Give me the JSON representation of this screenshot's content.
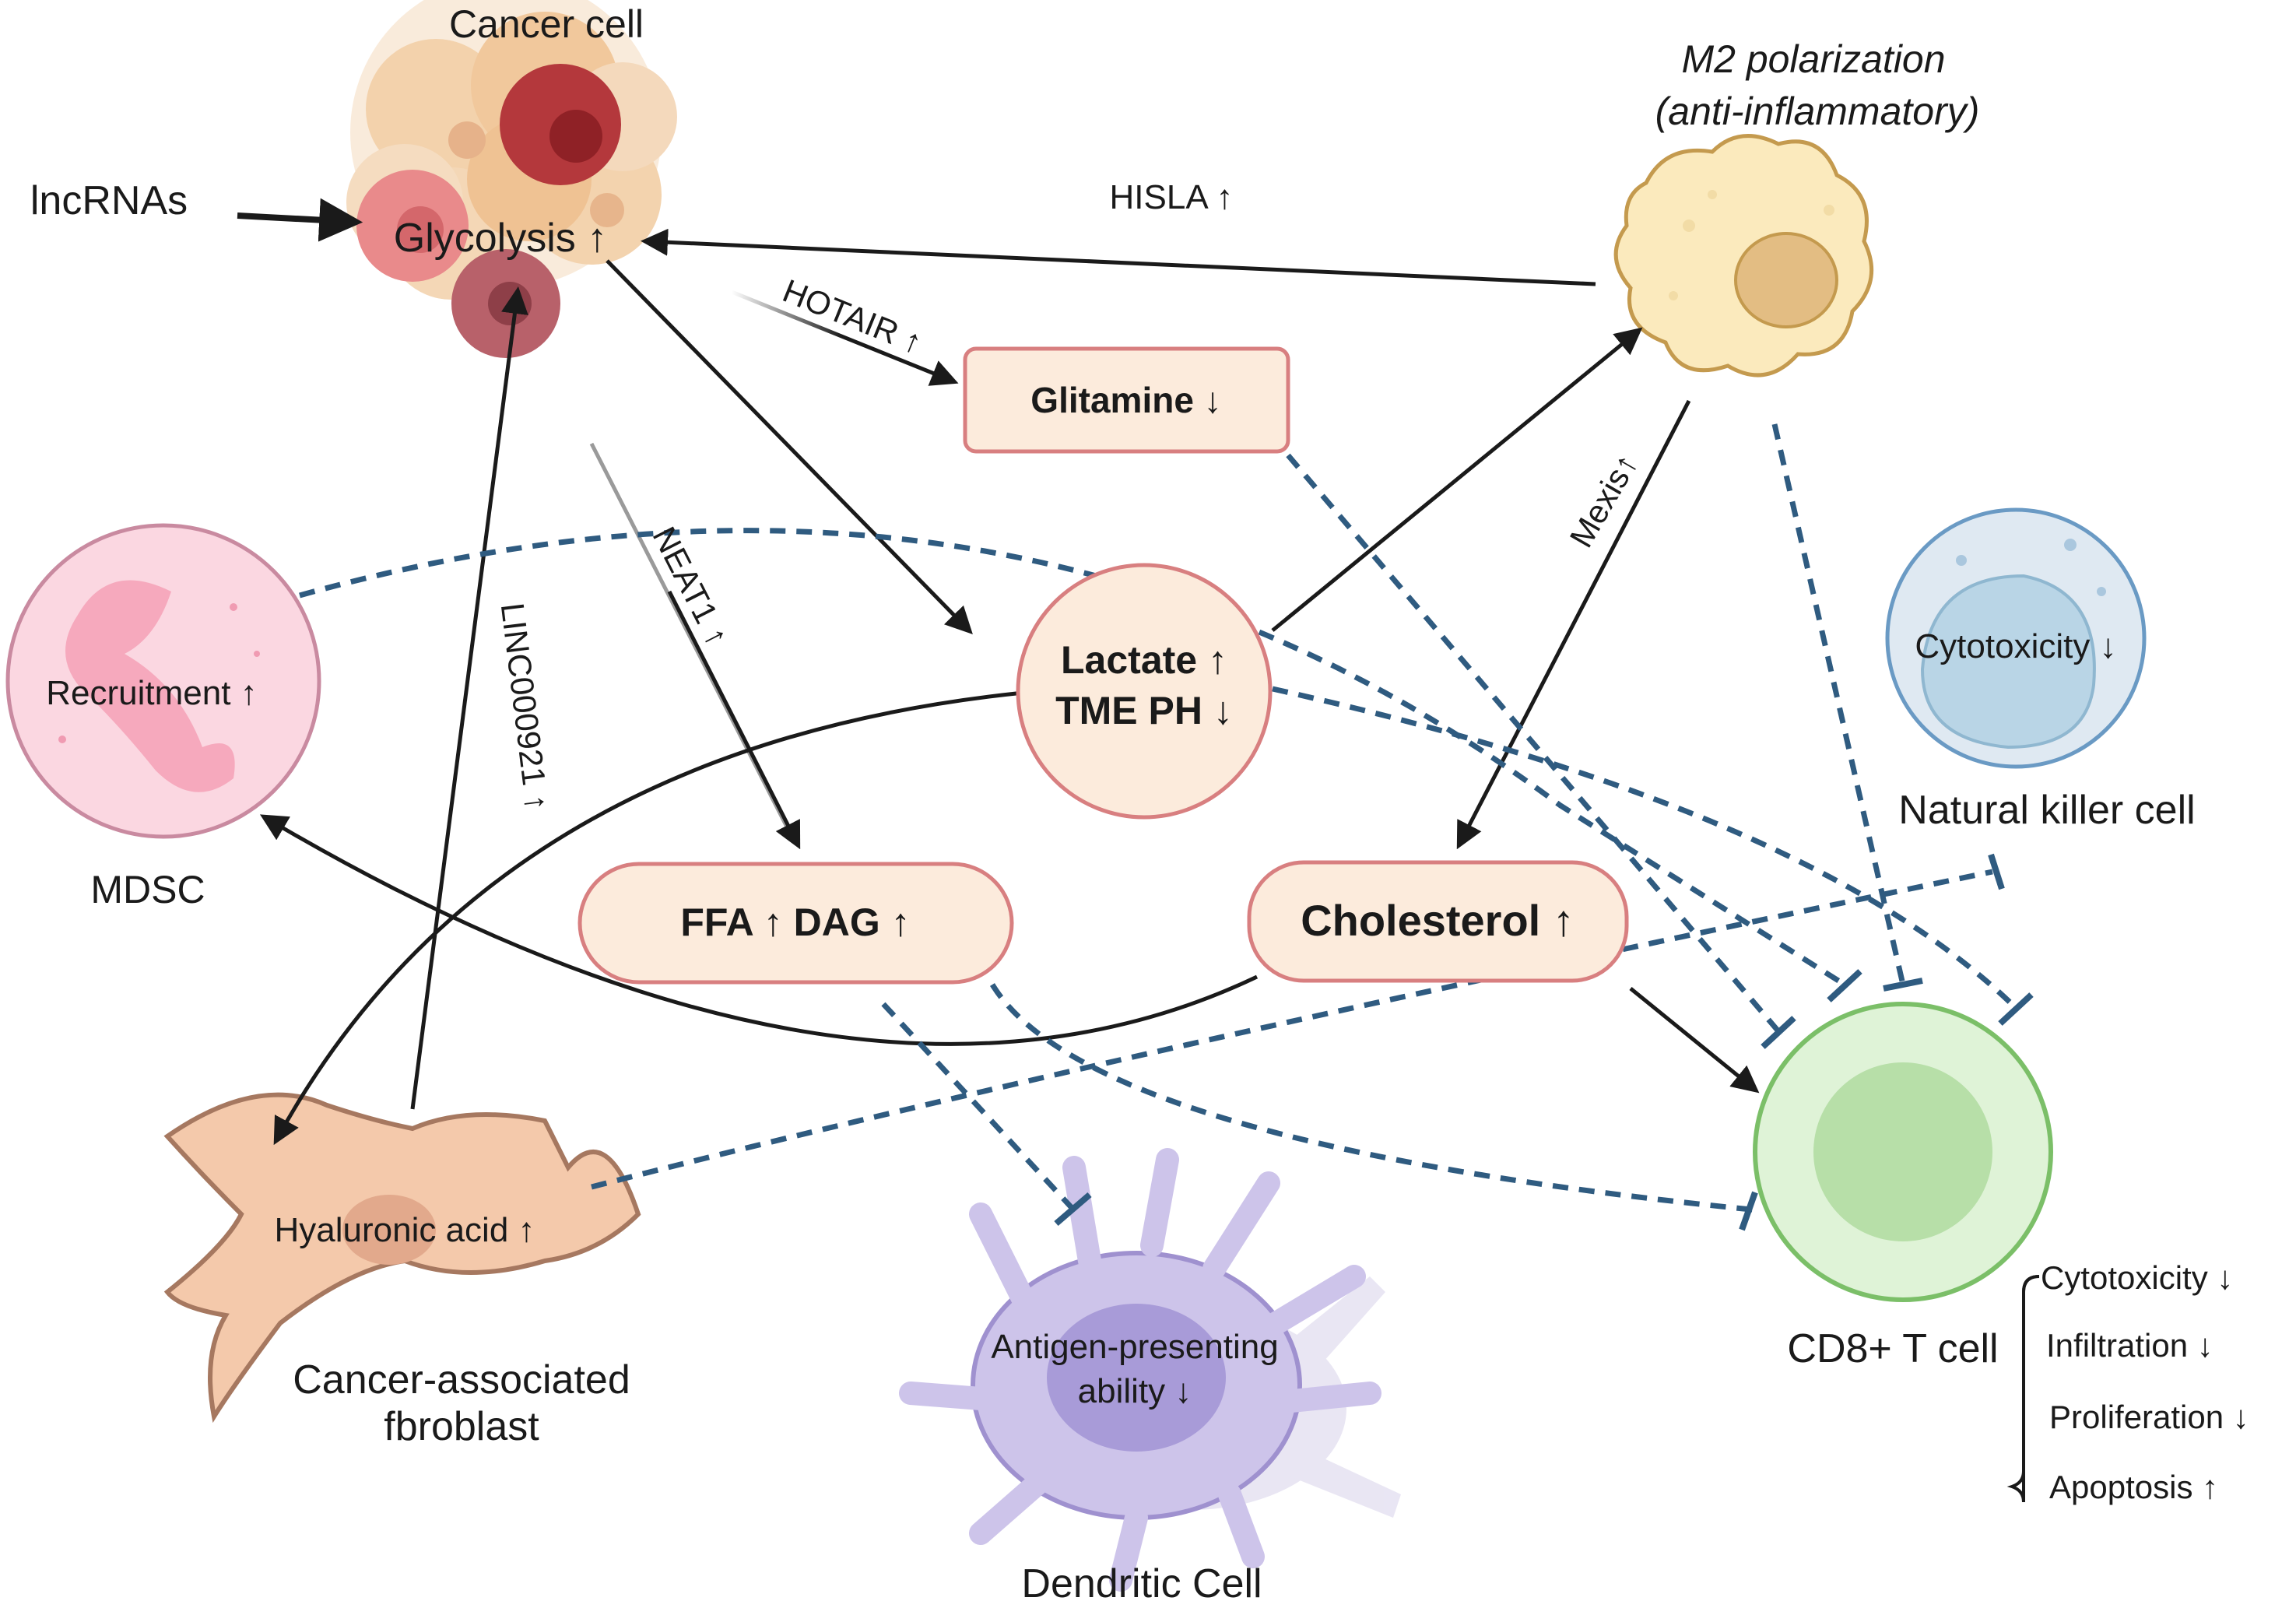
{
  "cells": {
    "cancer": "Cancer cell",
    "m2_line1": "M2 polarization",
    "m2_line2": "(anti-inflammatory)",
    "mdsc": "MDSC",
    "nk": "Natural killer cell",
    "caf_line1": "Cancer-associated",
    "caf_line2": "fbroblast",
    "dendritic": "Dendritic Cell",
    "cd8": "CD8+ T cell"
  },
  "effects": {
    "glycolysis": "Glycolysis ↑",
    "recruitment": "Recruitment ↑",
    "nk_cytotoxicity": "Cytotoxicity ↓",
    "hyaluronic": "Hyaluronic acid ↑",
    "antigen_line1": "Antigen-presenting",
    "antigen_line2": "ability ↓"
  },
  "metabolites": {
    "glutamine": "Glitamine ↓",
    "lactate": "Lactate ↑",
    "tme_ph": "TME PH ↓",
    "ffa_dag": "FFA ↑  DAG ↑",
    "cholesterol": "Cholesterol ↑"
  },
  "regulators": {
    "lncrnas": "lncRNAs",
    "hisla": "HISLA ↑",
    "hotair": "HOTAIR ↑",
    "neat1": "NEAT1 ↑",
    "linc": "LINC000921 ↑",
    "mexis": "Mexis↑"
  },
  "cd8_effects": [
    "Cytotoxicity ↓",
    "Infiltration ↓",
    "Proliferation ↓",
    "Apoptosis ↑"
  ]
}
